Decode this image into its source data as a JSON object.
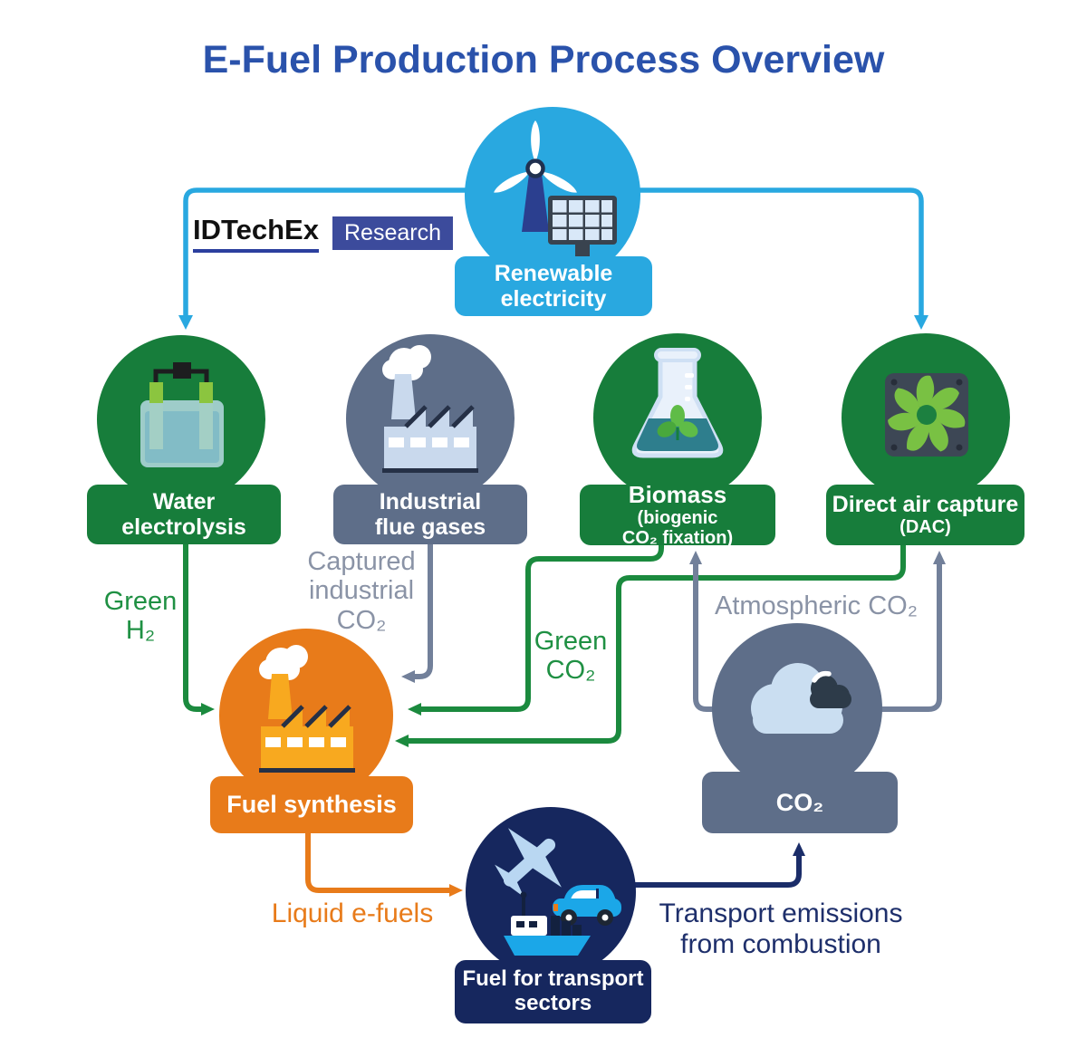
{
  "title": "E-Fuel Production Process Overview",
  "logo": {
    "brand": "IDTechEx",
    "suffix": "Research"
  },
  "colors": {
    "title_blue": "#2a52ab",
    "light_blue": "#29a8e0",
    "green": "#177d3b",
    "green_arrow": "#1b8a3e",
    "slate_gray": "#5e6e89",
    "gray_arrow": "#72809a",
    "gray_text": "#8a93a6",
    "orange": "#e87b1a",
    "navy": "#16275e",
    "navy_text": "#1e2f6b"
  },
  "nodes": {
    "renewable": {
      "icon": "wind-turbine-solar-panel",
      "line1": "Renewable",
      "line2": "electricity"
    },
    "water": {
      "icon": "electrolysis-cell",
      "line1": "Water",
      "line2": "electrolysis"
    },
    "industrial": {
      "icon": "factory-smoke",
      "line1": "Industrial",
      "line2": "flue gases"
    },
    "biomass": {
      "icon": "flask-leaves",
      "big": "Biomass",
      "small1": "(biogenic",
      "small2": "CO₂ fixation)"
    },
    "dac": {
      "icon": "air-fan",
      "line1": "Direct air capture",
      "line2": "(DAC)"
    },
    "fuel_synthesis": {
      "icon": "factory-smoke",
      "label": "Fuel synthesis"
    },
    "co2": {
      "icon": "clouds",
      "label": "CO₂"
    },
    "transport": {
      "icon": "airplane-car-ship",
      "line1": "Fuel for transport",
      "line2": "sectors"
    }
  },
  "flows": {
    "green_h2": {
      "line1": "Green",
      "line2": "H₂"
    },
    "captured": {
      "line1": "Captured",
      "line2": "industrial",
      "line3": "CO₂"
    },
    "green_co2": {
      "line1": "Green",
      "line2": "CO₂"
    },
    "atmospheric": {
      "label": "Atmospheric CO₂"
    },
    "liquid": {
      "label": "Liquid e-fuels"
    },
    "transport_emissions": {
      "line1": "Transport emissions",
      "line2": "from combustion"
    }
  }
}
